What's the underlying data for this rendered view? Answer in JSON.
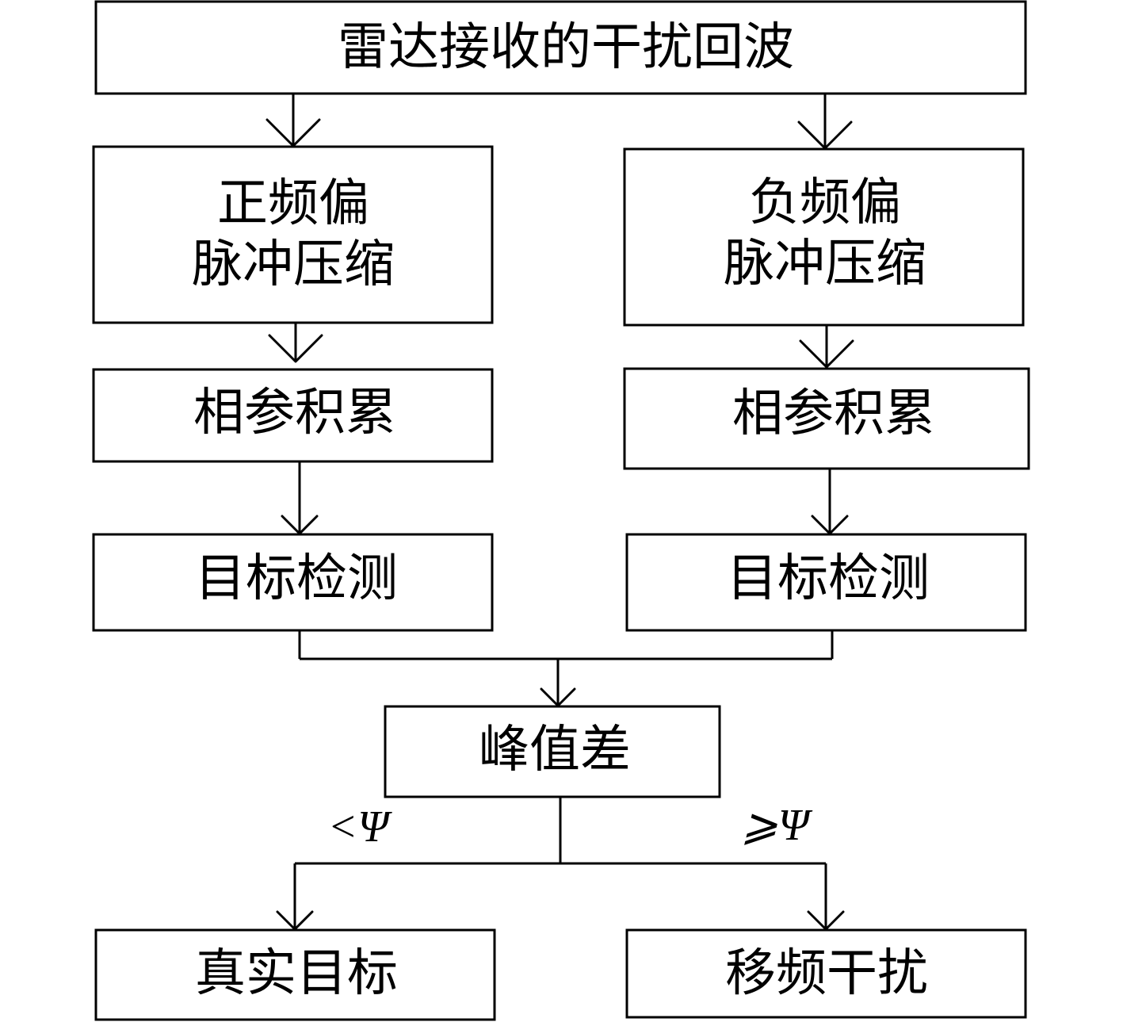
{
  "nodes": {
    "radar_echo": "雷达接收的干扰回波",
    "pos_compress_1": "正频偏",
    "pos_compress_2": "脉冲压缩",
    "neg_compress_1": "负频偏",
    "neg_compress_2": "脉冲压缩",
    "pos_accum": "相参积累",
    "neg_accum": "相参积累",
    "pos_detect": "目标检测",
    "neg_detect": "目标检测",
    "peak_diff": "峰值差",
    "true_target": "真实目标",
    "shift_jam": "移频干扰"
  },
  "conditions": {
    "less": "<Ψ",
    "greater_equal": "⩾Ψ"
  }
}
